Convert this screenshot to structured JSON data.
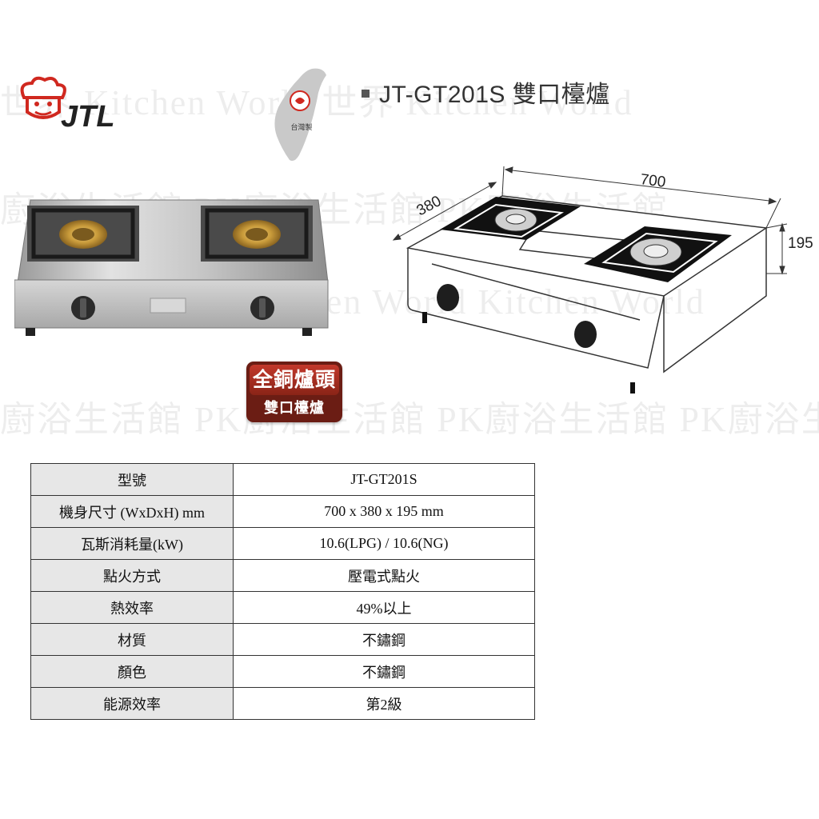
{
  "brand": {
    "name": "JTL",
    "made_in": "台灣製",
    "logo_icon": "chef-hat-logo-icon",
    "map_icon": "taiwan-map-icon"
  },
  "product": {
    "title": "JT-GT201S 雙口檯爐"
  },
  "badge": {
    "line1": "全銅爐頭",
    "line2": "雙口檯爐"
  },
  "dimensions": {
    "width": "700",
    "depth": "380",
    "height": "195"
  },
  "watermark": {
    "row1": "世界 Kitchen World 世界 Kitchen World",
    "row2": "廚浴生活館 PK廚浴生活館 PK廚浴生活館",
    "row3": "Kitchen World Kitchen World",
    "row4": "廚浴生活館 PK廚浴生活館 PK廚浴生活館 PK廚浴生活"
  },
  "specs": [
    {
      "label": "型號",
      "value": "JT-GT201S"
    },
    {
      "label": "機身尺寸 (WxDxH) mm",
      "value": "700 x 380 x 195 mm"
    },
    {
      "label": "瓦斯消耗量(kW)",
      "value": "10.6(LPG) / 10.6(NG)"
    },
    {
      "label": "點火方式",
      "value": "壓電式點火"
    },
    {
      "label": "熱效率",
      "value": "49%以上"
    },
    {
      "label": "材質",
      "value": "不鏽鋼"
    },
    {
      "label": "顏色",
      "value": "不鏽鋼"
    },
    {
      "label": "能源效率",
      "value": "第2級"
    }
  ],
  "colors": {
    "brand_red": "#d0281f",
    "badge_bg": "#6b1d14",
    "table_label_bg": "#e7e7e7"
  }
}
